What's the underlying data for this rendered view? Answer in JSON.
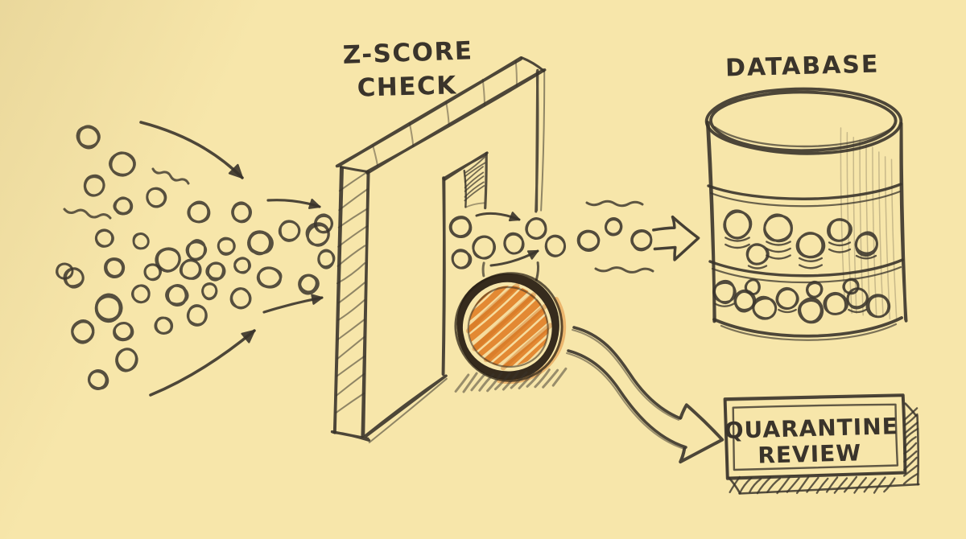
{
  "diagram": {
    "type": "hand-drawn-flow-sketch",
    "colors": {
      "background": "#f7e6aa",
      "ink": "#3a342b",
      "outlier_orange": "#e2852f",
      "outlier_orange_dark": "#cc6d1d",
      "outlier_ring": "#2b2115"
    },
    "labels": {
      "zscore_check": {
        "line1": "Z-SCORE",
        "line2": "CHECK"
      },
      "database": "DATABASE",
      "quarantine_review": {
        "line1": "QUARANTINE",
        "line2": "REVIEW"
      }
    },
    "elements": [
      {
        "name": "inflow-data-stream",
        "desc": "scattered sketched circles with arrows flowing right"
      },
      {
        "name": "zscore-check-wall",
        "desc": "perspective wall with slot opening"
      },
      {
        "name": "passed-data-stream",
        "desc": "circles passing through the slot with squiggles"
      },
      {
        "name": "database-arrow-icon",
        "desc": "hollow block arrow into database"
      },
      {
        "name": "database-cylinder-icon",
        "desc": "cylinder holding stacked circle records"
      },
      {
        "name": "outlier-ball-icon",
        "desc": "large orange hatched circle blocked at the wall"
      },
      {
        "name": "quarantine-arrow-icon",
        "desc": "hollow curved arrow to quarantine box"
      },
      {
        "name": "quarantine-review-box",
        "desc": "rectangular box with hatched drop shadow"
      }
    ]
  }
}
